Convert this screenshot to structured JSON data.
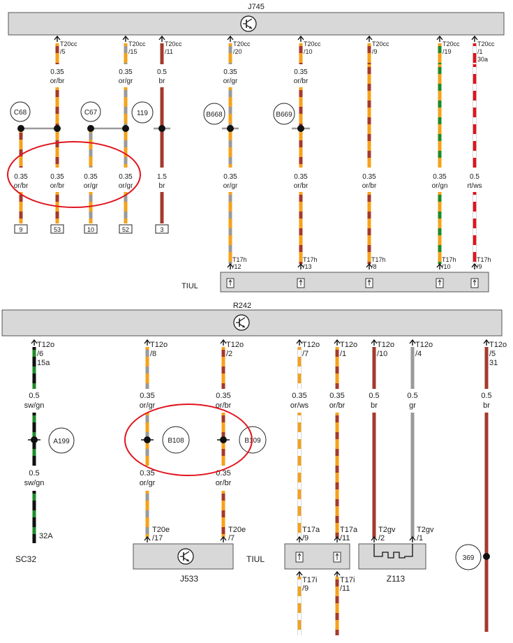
{
  "colors": {
    "orange": "#f5a21a",
    "brown": "#a33a2c",
    "gray": "#9a9a9a",
    "green": "#1f8a2a",
    "black": "#111111",
    "red": "#e0141e",
    "white": "#ffffff",
    "bus_fill": "#d8d8d8",
    "highlight": "#e0141e"
  },
  "top": {
    "bus_label": "J745",
    "connector_label": "TIUL",
    "wires": [
      {
        "pin": "T20cc",
        "pin_num": "/5",
        "gauge": "0.35",
        "color_code": "or/br",
        "gauge2": "0.35",
        "color_code2": "or/br",
        "bottom_label": "53",
        "stripe": [
          "orange",
          "brown"
        ]
      },
      {
        "pin": "T20cc",
        "pin_num": "/15",
        "gauge": "0.35",
        "color_code": "or/gr",
        "gauge2": "0.35",
        "color_code2": "or/gr",
        "bottom_label": "52",
        "stripe": [
          "orange",
          "gray"
        ]
      },
      {
        "pin": "T20cc",
        "pin_num": "/11",
        "gauge": "0.5",
        "color_code": "br",
        "gauge2": "1.5",
        "color_code2": "br",
        "bottom_label": "3",
        "stripe": [
          "brown",
          "brown"
        ]
      },
      {
        "pin": "T20cc",
        "pin_num": "/20",
        "gauge": "0.35",
        "color_code": "or/gr",
        "gauge2": "0.35",
        "color_code2": "or/gr",
        "end_pin": "T17h",
        "end_num": "/12",
        "stripe": [
          "orange",
          "gray"
        ]
      },
      {
        "pin": "T20cc",
        "pin_num": "/10",
        "gauge": "0.35",
        "color_code": "or/br",
        "gauge2": "0.35",
        "color_code2": "or/br",
        "end_pin": "T17h",
        "end_num": "/13",
        "stripe": [
          "orange",
          "brown"
        ]
      },
      {
        "pin": "T20cc",
        "pin_num": "/9",
        "gauge": "",
        "color_code": "",
        "gauge2": "0.35",
        "color_code2": "or/br",
        "end_pin": "T17h",
        "end_num": "/8",
        "stripe": [
          "orange",
          "brown"
        ]
      },
      {
        "pin": "T20cc",
        "pin_num": "/19",
        "gauge": "",
        "color_code": "",
        "gauge2": "0.35",
        "color_code2": "or/gn",
        "end_pin": "T17h",
        "end_num": "/10",
        "stripe": [
          "orange",
          "green"
        ]
      },
      {
        "pin": "T20cc",
        "pin_num": "/1",
        "pin_num2": "30a",
        "gauge": "",
        "color_code": "",
        "gauge2": "0.5",
        "color_code2": "rt/ws",
        "end_pin": "T17h",
        "end_num": "/9",
        "stripe": [
          "red",
          "white"
        ]
      }
    ],
    "branches": [
      {
        "gauge": "0.35",
        "color_code": "or/br",
        "bottom_label": "9",
        "stripe": [
          "orange",
          "brown"
        ]
      },
      {
        "gauge": "0.35",
        "color_code": "or/gr",
        "bottom_label": "10",
        "stripe": [
          "orange",
          "gray"
        ]
      }
    ],
    "splices": [
      "C68",
      "C67",
      "119",
      "B668",
      "B669"
    ]
  },
  "bottom": {
    "bus_label": "R242",
    "wires": [
      {
        "pin": "T12o",
        "pin_num": "/6",
        "pin_num2": "15a",
        "gauge": "0.5",
        "color_code": "sw/gn",
        "gauge2": "0.5",
        "color_code2": "sw/gn",
        "end_label": "32A",
        "stripe": [
          "black",
          "green"
        ]
      },
      {
        "pin": "T12o",
        "pin_num": "/8",
        "gauge": "0.35",
        "color_code": "or/gr",
        "gauge2": "0.35",
        "color_code2": "or/gr",
        "end_pin": "T20e",
        "end_num": "/17",
        "stripe": [
          "orange",
          "gray"
        ]
      },
      {
        "pin": "T12o",
        "pin_num": "/2",
        "gauge": "0.35",
        "color_code": "or/br",
        "gauge2": "0.35",
        "color_code2": "or/br",
        "end_pin": "T20e",
        "end_num": "/7",
        "stripe": [
          "orange",
          "brown"
        ]
      },
      {
        "pin": "T12o",
        "pin_num": "/7",
        "gauge": "0.35",
        "color_code": "or/ws",
        "end_pin": "T17a",
        "end_num": "/9",
        "end_pin2": "T17i",
        "end_num2": "/9",
        "stripe": [
          "orange",
          "white"
        ]
      },
      {
        "pin": "T12o",
        "pin_num": "/1",
        "gauge": "0.35",
        "color_code": "or/br",
        "end_pin": "T17a",
        "end_num": "/11",
        "end_pin2": "T17i",
        "end_num2": "/11",
        "stripe": [
          "orange",
          "brown"
        ]
      },
      {
        "pin": "T12o",
        "pin_num": "/10",
        "gauge": "0.5",
        "color_code": "br",
        "end_pin": "T2gv",
        "end_num": "/2",
        "stripe": [
          "brown",
          "brown"
        ]
      },
      {
        "pin": "T12o",
        "pin_num": "/4",
        "gauge": "0.5",
        "color_code": "gr",
        "end_pin": "T2gv",
        "end_num": "/1",
        "stripe": [
          "gray",
          "gray"
        ]
      },
      {
        "pin": "T12o",
        "pin_num": "/5",
        "pin_num2": "31",
        "gauge": "0.5",
        "color_code": "br",
        "stripe": [
          "brown",
          "brown"
        ]
      }
    ],
    "splices": [
      "A199",
      "B108",
      "B109",
      "369"
    ],
    "module_label": "J533",
    "connector_label": "TIUL",
    "component_label": "Z113",
    "harness_label": "SC32"
  }
}
